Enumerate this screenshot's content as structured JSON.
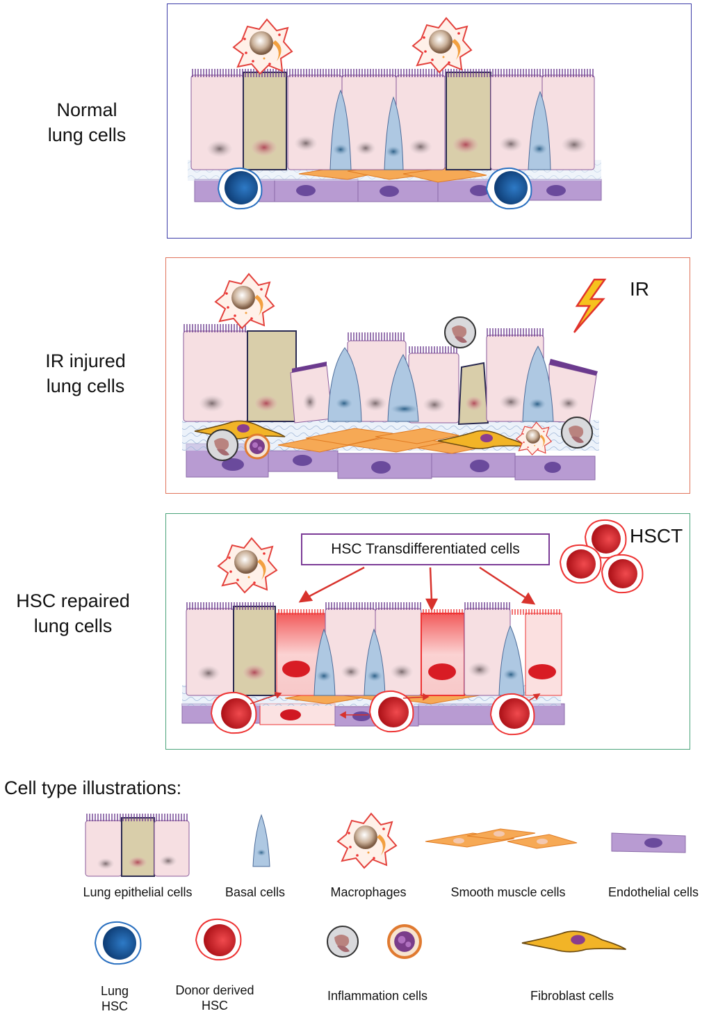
{
  "colors": {
    "normal_border": "#3c3ca8",
    "injured_border": "#e0735a",
    "repaired_border": "#4aa37a",
    "epithelial": "#f6dfe2",
    "goblet": "#d9ceaa",
    "basal": "#aec8e2",
    "endothelial": "#b89bd2",
    "smooth_muscle": "#f6a955",
    "lung_hsc": "#1f69b4",
    "donor_hsc": "#e8343a",
    "cilia": "#6b3a8e",
    "callout_border": "#7b3b96",
    "arrow": "#d8322c"
  },
  "panels": {
    "normal": {
      "label_line1": "Normal",
      "label_line2": "lung cells"
    },
    "injured": {
      "label_line1": "IR injured",
      "label_line2": "lung cells",
      "tag": "IR"
    },
    "repaired": {
      "label_line1": "HSC repaired",
      "label_line2": "lung cells",
      "tag": "HSCT",
      "callout": "HSC Transdifferentiated cells"
    }
  },
  "legend": {
    "title": "Cell type illustrations:",
    "items": {
      "epithelial": "Lung epithelial cells",
      "basal": "Basal cells",
      "macrophage": "Macrophages",
      "smooth_muscle": "Smooth muscle cells",
      "endothelial": "Endothelial cells",
      "lung_hsc_1": "Lung",
      "lung_hsc_2": "HSC",
      "donor_hsc_1": "Donor derived",
      "donor_hsc_2": "HSC",
      "inflammation": "Inflammation cells",
      "fibroblast": "Fibroblast cells"
    }
  }
}
